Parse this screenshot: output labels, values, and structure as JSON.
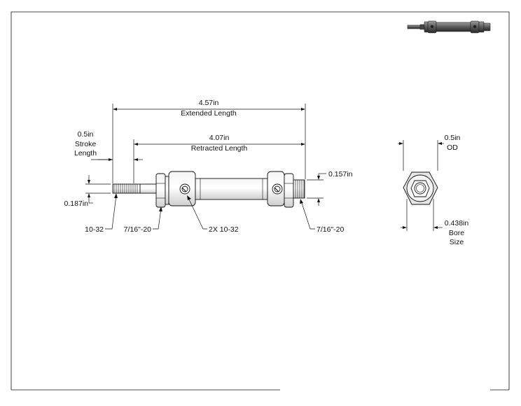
{
  "drawing": {
    "dimensions": {
      "extended": {
        "value": "4.57in",
        "label": "Extended Length"
      },
      "retracted": {
        "value": "4.07in",
        "label": "Retracted Length"
      },
      "stroke": {
        "value": "0.5in",
        "label_1": "Stroke",
        "label_2": "Length"
      },
      "rod_diameter": {
        "value": "0.187in"
      },
      "nose_length": {
        "value": "0.157in"
      },
      "outer_diameter": {
        "value": "0.5in",
        "label": "OD"
      },
      "bore": {
        "value": "0.438in",
        "label_1": "Bore",
        "label_2": "Size"
      }
    },
    "callouts": {
      "rod_thread": "10-32",
      "front_mount_thread": "7/16\"-20",
      "ports": "2X 10-32",
      "rear_mount_thread": "7/16\"-20"
    },
    "colors": {
      "line": "#111111",
      "body_shade": "#c9c9c9",
      "thumbnail_dark": "#3a3a3a",
      "thumbnail_light": "#8a8a8a"
    }
  }
}
